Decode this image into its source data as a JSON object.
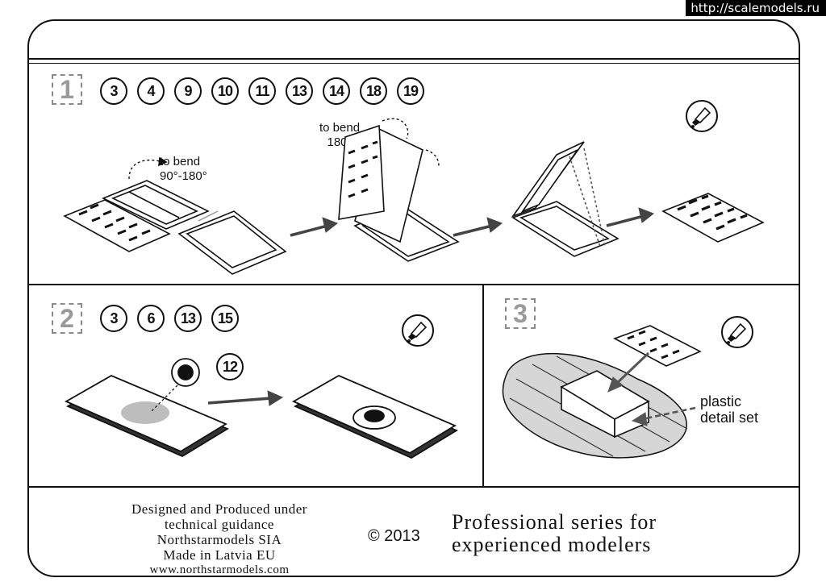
{
  "watermark": "http://scalemodels.ru",
  "step1": {
    "number": "1",
    "parts": [
      "3",
      "4",
      "9",
      "10",
      "11",
      "13",
      "14",
      "18",
      "19"
    ],
    "bend_label_1_line1": "to bend",
    "bend_label_1_line2": "90°-180°",
    "bend_label_2_line1": "to bend",
    "bend_label_2_line2": "180°",
    "glue_icon": "glue-tube-icon"
  },
  "step2": {
    "number": "2",
    "parts": [
      "3",
      "6",
      "13",
      "15"
    ],
    "part_callout": "12",
    "glue_icon": "glue-tube-icon"
  },
  "step3": {
    "number": "3",
    "label_line1": "plastic",
    "label_line2": "detail set",
    "glue_icon": "glue-tube-icon"
  },
  "footer": {
    "credits": [
      "Designed and Produced under",
      "technical guidance",
      "Northstarmodels SIA",
      "Made in Latvia EU",
      "www.northstarmodels.com"
    ],
    "copyright": "© 2013",
    "tagline_line1": "Professional series for",
    "tagline_line2": "experienced modelers"
  }
}
